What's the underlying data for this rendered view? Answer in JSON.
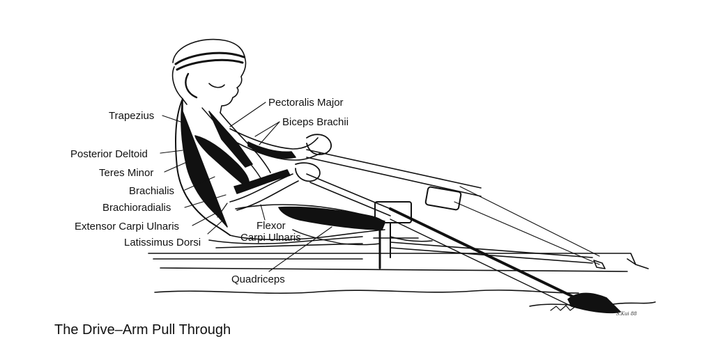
{
  "caption": "The Drive–Arm Pull Through",
  "labels": {
    "trapezius": "Trapezius",
    "posterior_deltoid": "Posterior Deltoid",
    "teres_minor": "Teres Minor",
    "brachialis": "Brachialis",
    "brachioradialis": "Brachioradialis",
    "extensor_carpi_ulnaris": "Extensor Carpi Ulnaris",
    "latissimus_dorsi": "Latissimus Dorsi",
    "pectoralis_major": "Pectoralis Major",
    "biceps_brachii": "Biceps Brachii",
    "flexor_line1": "Flexor",
    "flexor_line2": "Carpi Ulnaris",
    "quadriceps": "Quadriceps"
  },
  "signature": "S.Kui 88",
  "colors": {
    "ink": "#111111",
    "paper": "#ffffff"
  }
}
